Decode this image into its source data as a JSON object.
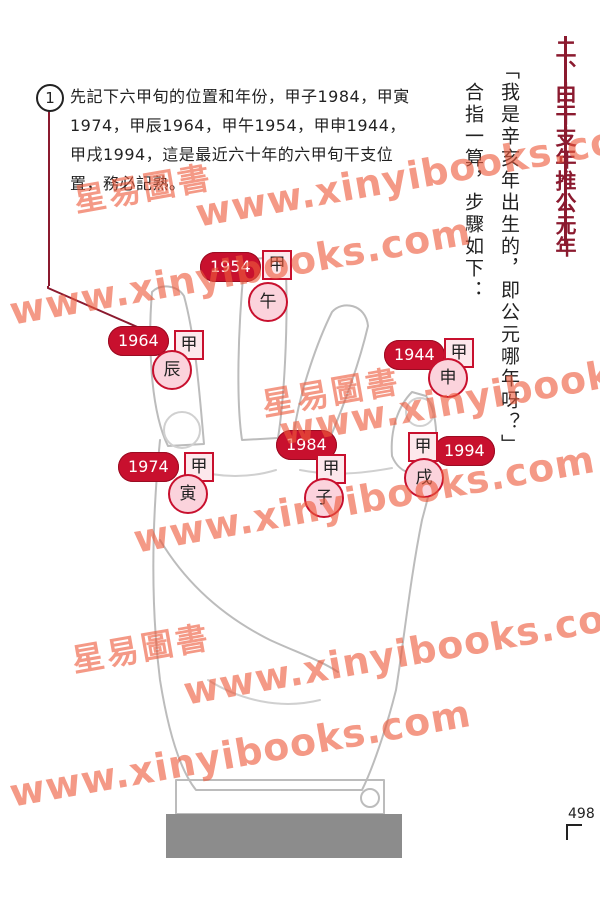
{
  "section_title": "二、由干支年推公元年",
  "intro_line1": "「我是辛亥年出生的，即公元哪年呀？」",
  "intro_line2": "合指一算，步驟如下：",
  "step": {
    "number": "1",
    "text": "先記下六甲旬的位置和年份，甲子1984，甲寅1974，甲辰1964，甲午1954，甲申1944，甲戌1994，這是最近六十年的六甲旬干支位置，務必記熟。"
  },
  "markers": [
    {
      "id": "wu",
      "year": "1954",
      "stem": "甲",
      "branch": "午"
    },
    {
      "id": "chen",
      "year": "1964",
      "stem": "甲",
      "branch": "辰"
    },
    {
      "id": "shen",
      "year": "1944",
      "stem": "甲",
      "branch": "申"
    },
    {
      "id": "yin",
      "year": "1974",
      "stem": "甲",
      "branch": "寅"
    },
    {
      "id": "zi",
      "year": "1984",
      "stem": "甲",
      "branch": "子"
    },
    {
      "id": "xu",
      "year": "1994",
      "stem": "甲",
      "branch": "戌"
    }
  ],
  "watermarks": {
    "name": "星易圖書",
    "url": "www.xinyibooks.com"
  },
  "page_number": "498",
  "colors": {
    "marker_red": "#c8102e",
    "marker_pink": "#fbd3dc",
    "heading": "#8b1a2f",
    "watermark": "#ee5a3c",
    "sleeve": "#8c8c8c"
  }
}
